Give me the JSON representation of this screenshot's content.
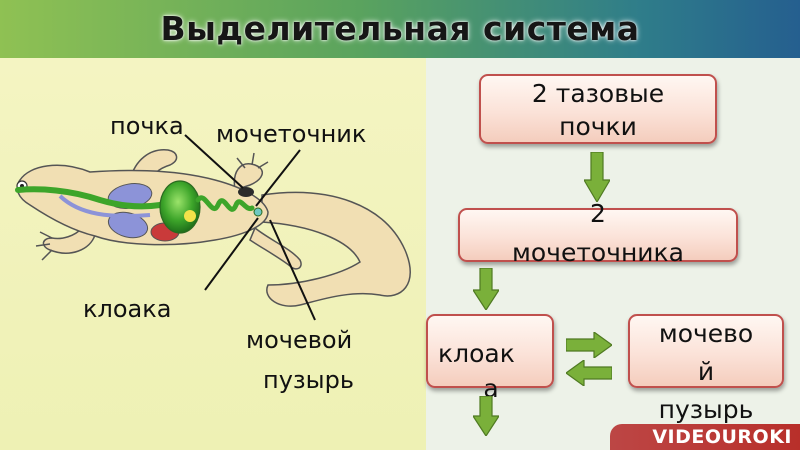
{
  "slide": {
    "title": "Выделительная система"
  },
  "diagram_labels": {
    "kidney": "почка",
    "ureter": "мочеточник",
    "cloaca": "клоака",
    "bladder_line1": "мочевой",
    "bladder_line2": "пузырь"
  },
  "flow": {
    "box1_line1": "2 тазовые",
    "box1_line2": "почки",
    "box2_line1": "2",
    "box2_line2": "мочеточника",
    "box3_line1": "клоак",
    "box3_line2": "а",
    "box4_line1": "мочево",
    "box4_line2": "й",
    "box4_line3": "пузырь"
  },
  "logo": {
    "text": "VIDEOUROKI"
  },
  "colors": {
    "box_border": "#c0504d",
    "arrow_green": "#7ab03a",
    "header_start": "#8fc153",
    "header_end": "#255f8f"
  }
}
